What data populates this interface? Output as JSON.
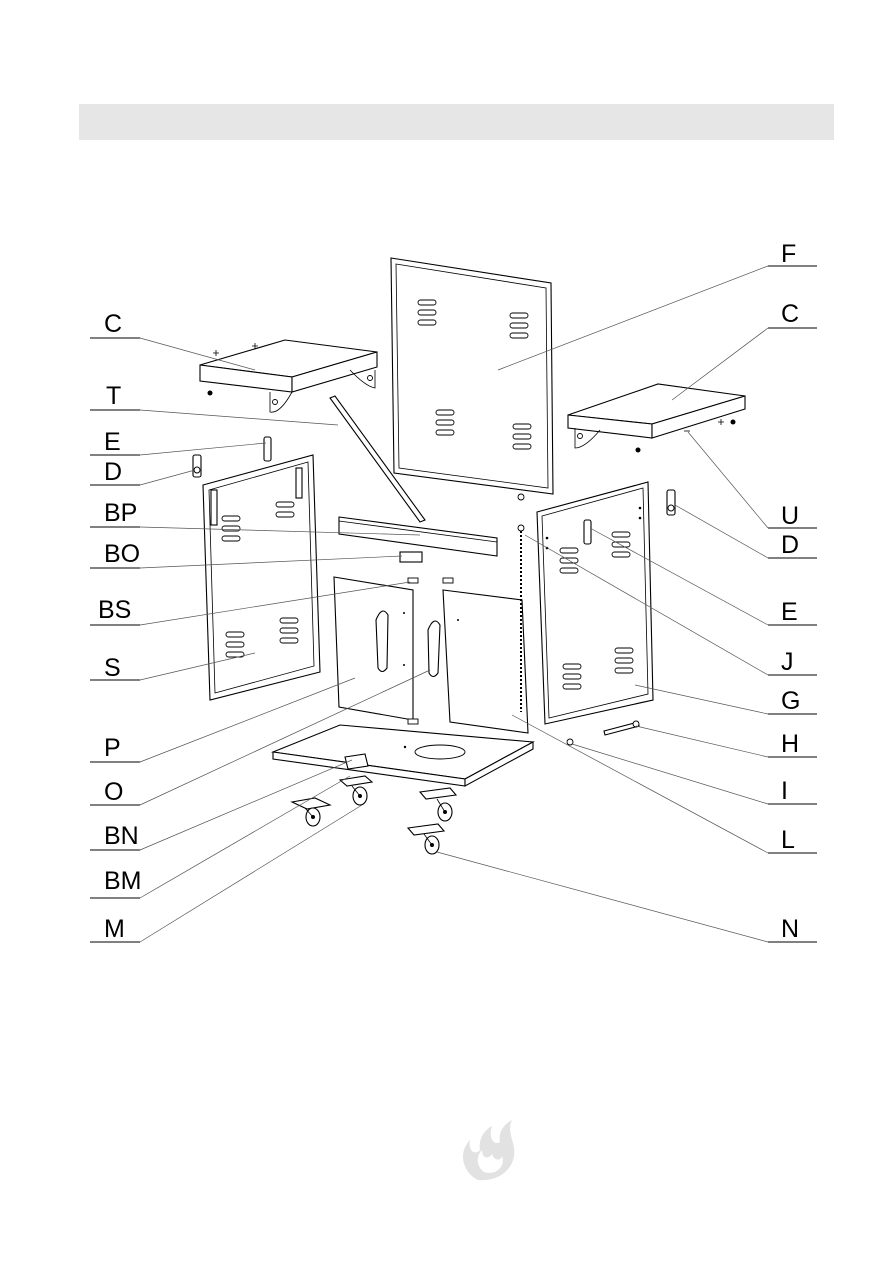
{
  "labels": {
    "F": "F",
    "C_right": "C",
    "U": "U",
    "D_right": "D",
    "E_right": "E",
    "J": "J",
    "G": "G",
    "H": "H",
    "I": "I",
    "L": "L",
    "N": "N",
    "C_left": "C",
    "T": "T",
    "E_left": "E",
    "D_left": "D",
    "BP": "BP",
    "BO": "BO",
    "BS": "BS",
    "S": "S",
    "P": "P",
    "O": "O",
    "BN": "BN",
    "BM": "BM",
    "M": "M"
  },
  "logo": {
    "name": "flame-logo-icon"
  }
}
